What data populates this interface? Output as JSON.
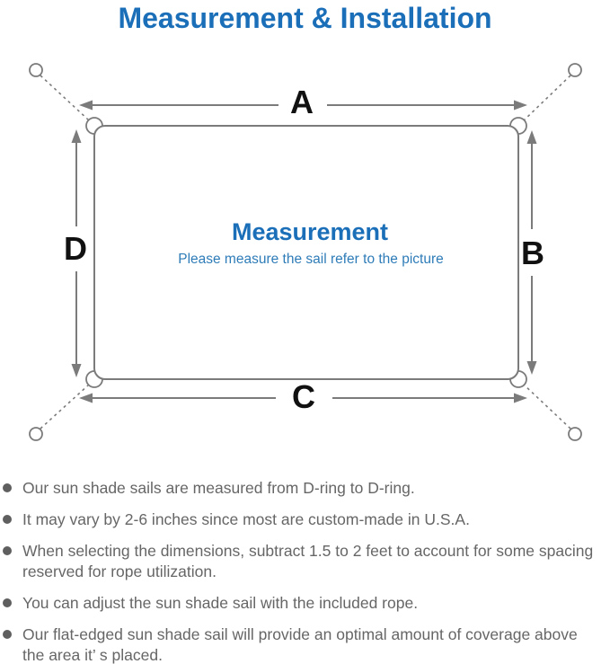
{
  "title": "Measurement & Installation",
  "colors": {
    "background": "#ffffff",
    "title_blue": "#1b6fb8",
    "subtitle_blue": "#2e7cb8",
    "line_gray": "#7b7b7b",
    "label_black": "#111111",
    "body_gray": "#666666",
    "bullet_dot_gray": "#5f5f5f"
  },
  "diagram": {
    "labels": {
      "top": "A",
      "right": "B",
      "bottom": "C",
      "left": "D"
    },
    "center_title": "Measurement",
    "center_subtitle": "Please measure the sail refer to the picture"
  },
  "bullets": [
    {
      "lines": [
        "Our sun shade sails are measured from D-ring to D-ring."
      ]
    },
    {
      "lines": [
        "It may vary by 2-6 inches since most are custom-made in U.S.A."
      ]
    },
    {
      "lines": [
        "When selecting the dimensions, subtract 1.5 to 2 feet to account for some spacing",
        "reserved for rope utilization."
      ]
    },
    {
      "lines": [
        "You can adjust the sun shade sail with the included rope."
      ]
    },
    {
      "lines": [
        "Our flat-edged sun shade sail will provide an optimal amount of coverage above",
        "the area it’ s placed."
      ]
    }
  ]
}
